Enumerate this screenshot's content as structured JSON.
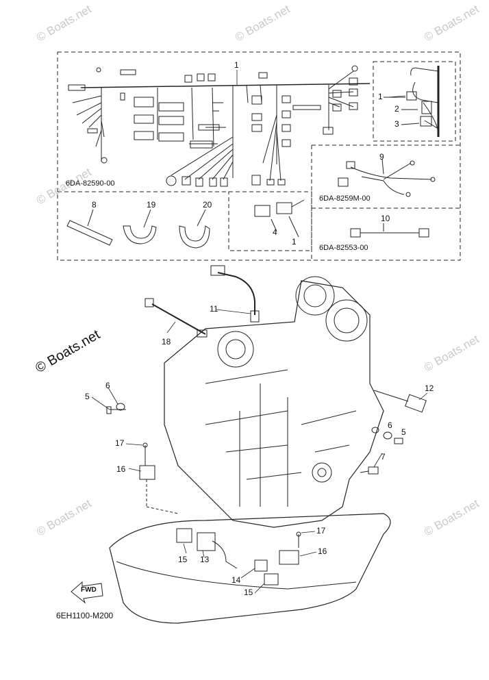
{
  "watermark": "© Boats.net",
  "watermark_prominent": "© Boats.net",
  "diagram_code": "6EH1100-M200",
  "fwd_label": "FWD",
  "boxes": [
    {
      "code": "6DA-82590-00"
    },
    {
      "code": "6DA-8259M-00"
    },
    {
      "code": "6DA-82553-00"
    }
  ],
  "callouts": [
    {
      "id": "c1a",
      "text": "1"
    },
    {
      "id": "c1b",
      "text": "1"
    },
    {
      "id": "c2",
      "text": "2"
    },
    {
      "id": "c3",
      "text": "3"
    },
    {
      "id": "c1c",
      "text": "1"
    },
    {
      "id": "c4",
      "text": "4"
    },
    {
      "id": "c8",
      "text": "8"
    },
    {
      "id": "c19",
      "text": "19"
    },
    {
      "id": "c20",
      "text": "20"
    },
    {
      "id": "c9",
      "text": "9"
    },
    {
      "id": "c10",
      "text": "10"
    },
    {
      "id": "c11",
      "text": "11"
    },
    {
      "id": "c18",
      "text": "18"
    },
    {
      "id": "c5a",
      "text": "5"
    },
    {
      "id": "c6a",
      "text": "6"
    },
    {
      "id": "c12",
      "text": "12"
    },
    {
      "id": "c6b",
      "text": "6"
    },
    {
      "id": "c5b",
      "text": "5"
    },
    {
      "id": "c7",
      "text": "7"
    },
    {
      "id": "c17a",
      "text": "17"
    },
    {
      "id": "c16a",
      "text": "16"
    },
    {
      "id": "c17b",
      "text": "17"
    },
    {
      "id": "c16b",
      "text": "16"
    },
    {
      "id": "c15a",
      "text": "15"
    },
    {
      "id": "c13",
      "text": "13"
    },
    {
      "id": "c14",
      "text": "14"
    },
    {
      "id": "c15b",
      "text": "15"
    }
  ]
}
